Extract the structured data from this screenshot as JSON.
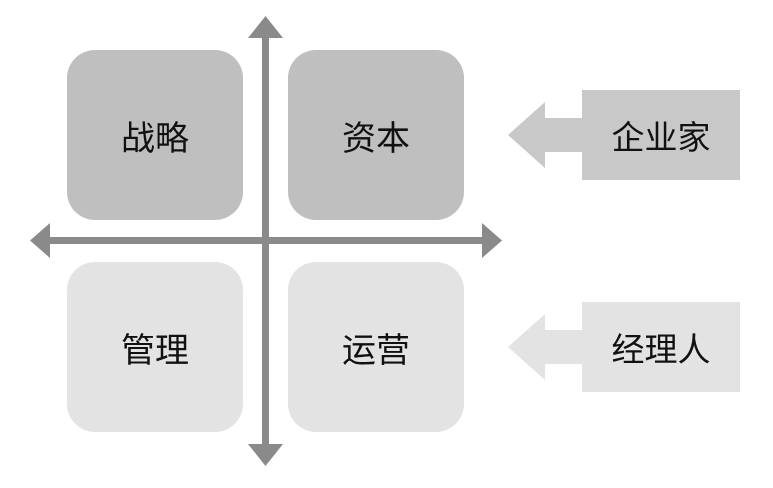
{
  "quadrants": {
    "top_left": "战略",
    "top_right": "资本",
    "bottom_left": "管理",
    "bottom_right": "运营"
  },
  "roles": {
    "upper": "企业家",
    "lower": "经理人"
  },
  "colors": {
    "tile_dark": "#bfbfbf",
    "tile_light": "#e3e3e3",
    "axis": "#8a8a8a",
    "role_upper": "#c8c8c8",
    "role_lower": "#e3e3e3",
    "arrow_upper": "#c8c8c8",
    "arrow_lower": "#e3e3e3"
  }
}
